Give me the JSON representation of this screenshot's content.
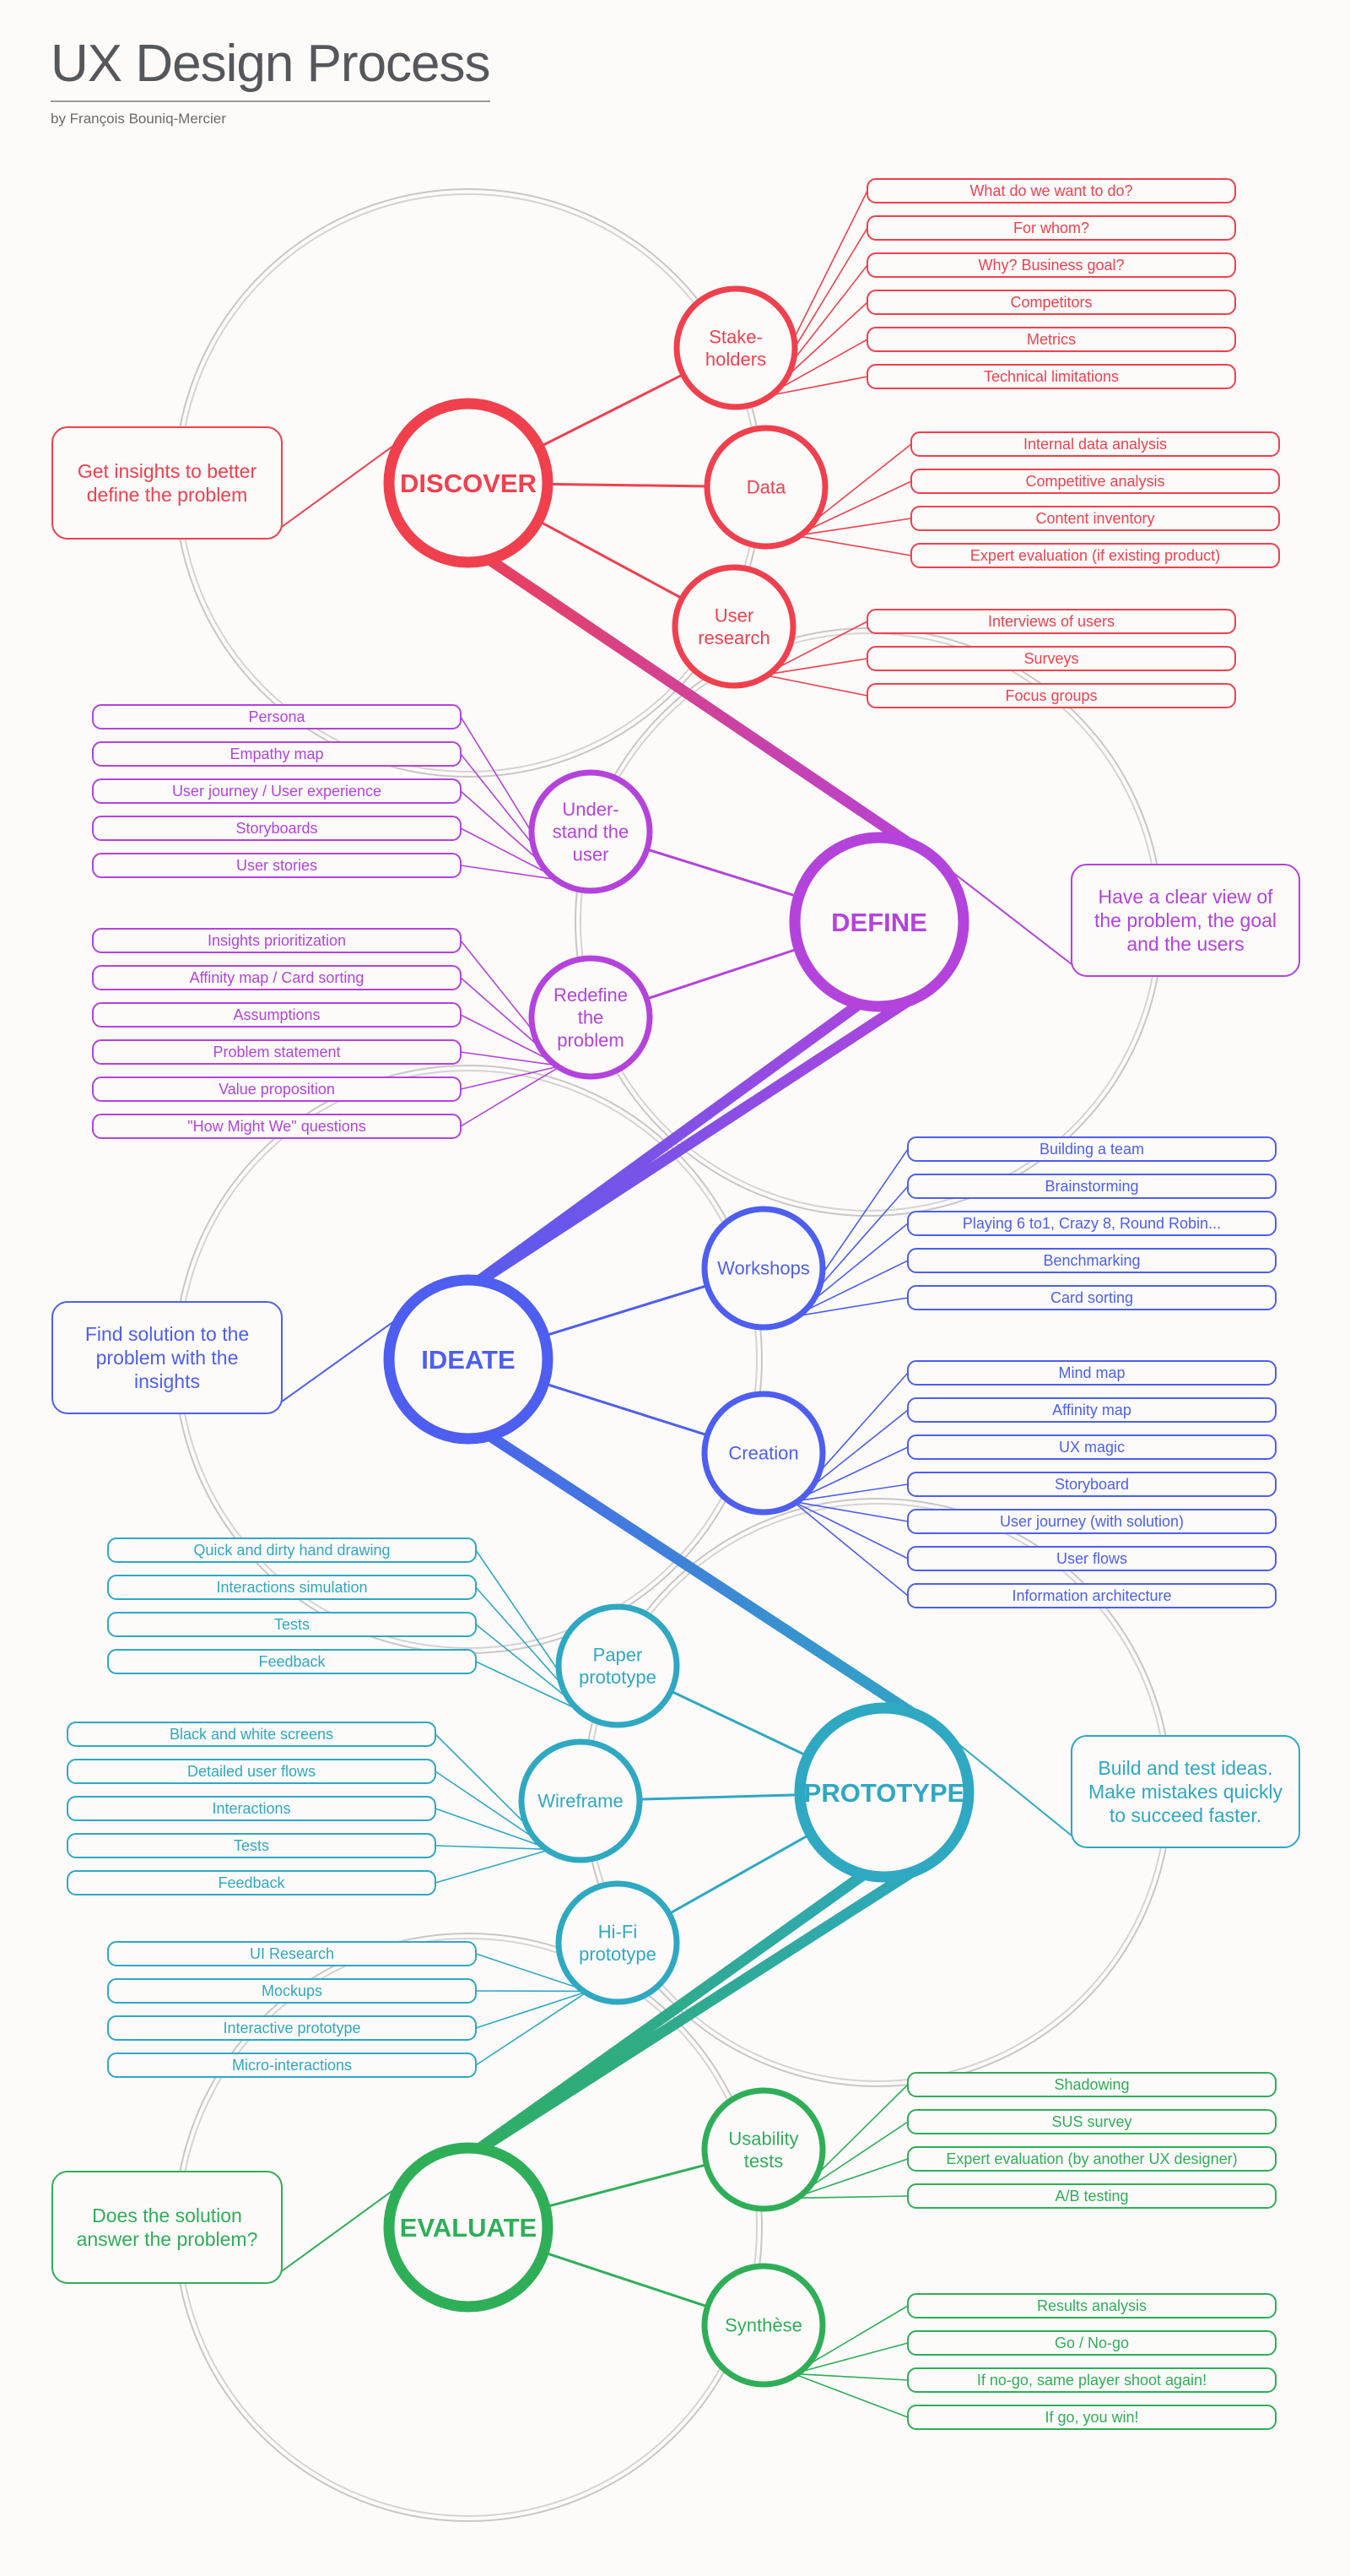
{
  "title": "UX Design Process",
  "byline": "by François Bouniq-Mercier",
  "phases": [
    {
      "id": "discover",
      "label": "DISCOVER",
      "color": "#f0404e",
      "description": [
        "Get insights to better",
        "define the problem"
      ],
      "steps": [
        {
          "label": [
            "Stake-",
            "holders"
          ],
          "items": [
            "What do we want to do?",
            "For whom?",
            "Why? Business goal?",
            "Competitors",
            "Metrics",
            "Technical limitations"
          ]
        },
        {
          "label": [
            "Data"
          ],
          "items": [
            "Internal data analysis",
            "Competitive analysis",
            "Content inventory",
            "Expert evaluation (if existing product)"
          ]
        },
        {
          "label": [
            "User",
            "research"
          ],
          "items": [
            "Interviews of users",
            "Surveys",
            "Focus groups"
          ]
        }
      ]
    },
    {
      "id": "define",
      "label": "DEFINE",
      "color": "#b443dc",
      "description": [
        "Have a clear view of",
        "the problem, the goal",
        "and the users"
      ],
      "steps": [
        {
          "label": [
            "Under-",
            "stand the",
            "user"
          ],
          "items": [
            "Persona",
            "Empathy map",
            "User journey / User experience",
            "Storyboards",
            "User stories"
          ]
        },
        {
          "label": [
            "Redefine",
            "the",
            "problem"
          ],
          "items": [
            "Insights prioritization",
            "Affinity map / Card sorting",
            "Assumptions",
            "Problem statement",
            "Value proposition",
            "\"How Might We\" questions"
          ]
        }
      ]
    },
    {
      "id": "ideate",
      "label": "IDEATE",
      "color": "#4d5ef0",
      "description": [
        "Find solution to the",
        "problem with the",
        "insights"
      ],
      "steps": [
        {
          "label": [
            "Workshops"
          ],
          "items": [
            "Building a team",
            "Brainstorming",
            "Playing 6 to1, Crazy 8, Round Robin...",
            "Benchmarking",
            "Card sorting"
          ]
        },
        {
          "label": [
            "Creation"
          ],
          "items": [
            "Mind map",
            "Affinity map",
            "UX magic",
            "Storyboard",
            "User journey (with solution)",
            "User flows",
            "Information architecture"
          ]
        }
      ]
    },
    {
      "id": "prototype",
      "label": "PROTOTYPE",
      "color": "#2fa8c2",
      "description": [
        "Build and test ideas.",
        "Make mistakes quickly",
        "to succeed faster."
      ],
      "steps": [
        {
          "label": [
            "Paper",
            "prototype"
          ],
          "items": [
            "Quick and dirty hand drawing",
            "Interactions simulation",
            "Tests",
            "Feedback"
          ]
        },
        {
          "label": [
            "Wireframe"
          ],
          "items": [
            "Black and white screens",
            "Detailed user flows",
            "Interactions",
            "Tests",
            "Feedback"
          ]
        },
        {
          "label": [
            "Hi-Fi",
            "prototype"
          ],
          "items": [
            "UI Research",
            "Mockups",
            "Interactive prototype",
            "Micro-interactions"
          ]
        }
      ]
    },
    {
      "id": "evaluate",
      "label": "EVALUATE",
      "color": "#2fae58",
      "description": [
        "Does the solution",
        "answer the problem?"
      ],
      "steps": [
        {
          "label": [
            "Usability",
            "tests"
          ],
          "items": [
            "Shadowing",
            "SUS survey",
            "Expert evaluation (by another UX designer)",
            "A/B testing"
          ]
        },
        {
          "label": [
            "Synthèse"
          ],
          "items": [
            "Results analysis",
            "Go / No-go",
            "If no-go, same player shoot again!",
            "If go, you win!"
          ]
        }
      ]
    }
  ]
}
